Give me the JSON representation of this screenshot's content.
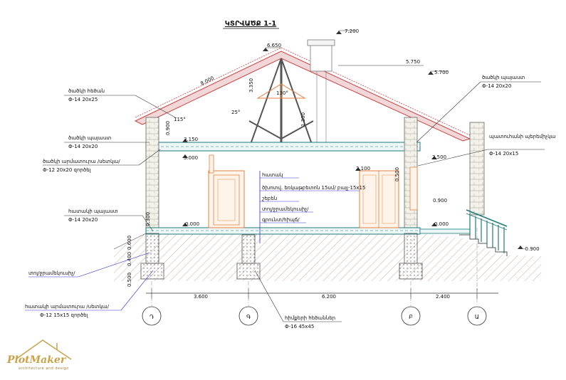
{
  "title": "ԿՏՐՎԱԾՔ 1-1",
  "elevations": {
    "top": "7.200",
    "ridge": "6.650",
    "ridge2": "5.700",
    "eave_right": "5.750",
    "rafter_len": "8.000",
    "h_3350": "3.350",
    "h_1300": "1.300",
    "h_0900a": "0.900",
    "h_3150": "3.150",
    "h_3000": "3.000",
    "h_2500": "2.500",
    "h_2100": "2.100",
    "h_0500": "0.500",
    "h_0900b": "0.900",
    "h_0300": "0.300",
    "lvl_0000a": "0.000",
    "lvl_0000b": "0.000",
    "lvl_0000c": "0.000",
    "h_0600": "0.600",
    "h_0400": "0.400",
    "h_0500b": "0.500",
    "lvl_m0900": "-0.900"
  },
  "angles": {
    "a115": "115°",
    "a25": "25°",
    "a130": "130°"
  },
  "dims": {
    "d1": "3.600",
    "d2": "6.200",
    "d3": "2.400"
  },
  "axes": [
    "Դ",
    "Գ",
    "Բ",
    "Ա"
  ],
  "left_labels": [
    {
      "name": "ծածկի հեծան",
      "spec": "Փ-14   20x25"
    },
    {
      "name": "ծածկի պայաստ",
      "spec": "Փ-14   20x20"
    },
    {
      "name": "ծածկի արմատուրա /սետկա/",
      "spec": "Փ-12   20x20 զործել"
    },
    {
      "name": "հատակի պայաստ",
      "spec": "Փ-14   20x20"
    },
    {
      "name": "տոլ/ջրամեկուսիչ/",
      "spec": ""
    },
    {
      "name": "հատակի արմատուրա /սետկա/",
      "spec": "Փ-12   15x15 զործել"
    }
  ],
  "right_labels": [
    {
      "name": "ծածկի պայաստ",
      "spec": "Փ-14   20x20"
    },
    {
      "name": "պատուհանի պերեմիչկա",
      "spec": "Փ-14   20x15"
    }
  ],
  "floor_layers": [
    "հատակ",
    "ծխոտվ. եռկաթբետոն 15սմ/ բալլ-15x15",
    "շեբեն",
    "տոլ/ջրամեկուսիչ/",
    "գրունտ/հիպճ/"
  ],
  "bottom_label": {
    "name": "հիմքերի հեծաններ",
    "spec": "Փ-16   45x45"
  },
  "logo": {
    "main": "PlotMaker",
    "sub": "architecture and design"
  },
  "colors": {
    "roof": "#cc4040",
    "slab": "#1f7a7a",
    "door": "#e08040",
    "ground": "#c9a0a0",
    "axis": "#5a5a5a",
    "leader": "#3030d0"
  }
}
